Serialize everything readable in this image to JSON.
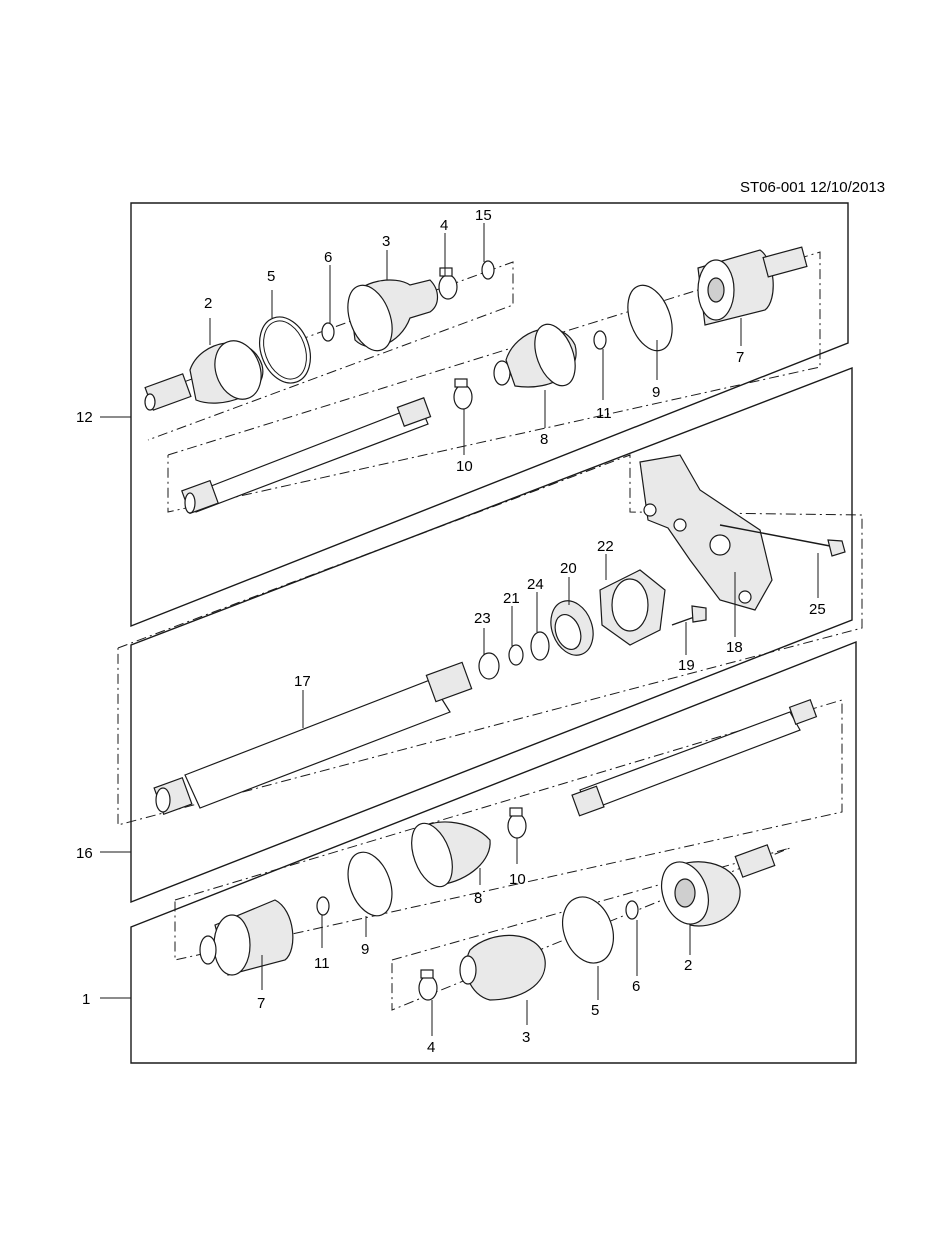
{
  "drawing_id": "ST06-001 12/10/2013",
  "assembly_labels": {
    "upper": "12",
    "middle": "16",
    "lower": "1"
  },
  "upper_parts": {
    "p2": "2",
    "p3": "3",
    "p4": "4",
    "p5": "5",
    "p6": "6",
    "p7": "7",
    "p8": "8",
    "p9": "9",
    "p10": "10",
    "p11": "11",
    "p15": "15"
  },
  "middle_parts": {
    "p17": "17",
    "p18": "18",
    "p19": "19",
    "p20": "20",
    "p21": "21",
    "p22": "22",
    "p23": "23",
    "p24": "24",
    "p25": "25"
  },
  "lower_parts": {
    "p2": "2",
    "p3": "3",
    "p4": "4",
    "p5": "5",
    "p6": "6",
    "p7": "7",
    "p8": "8",
    "p9": "9",
    "p10": "10",
    "p11": "11"
  }
}
